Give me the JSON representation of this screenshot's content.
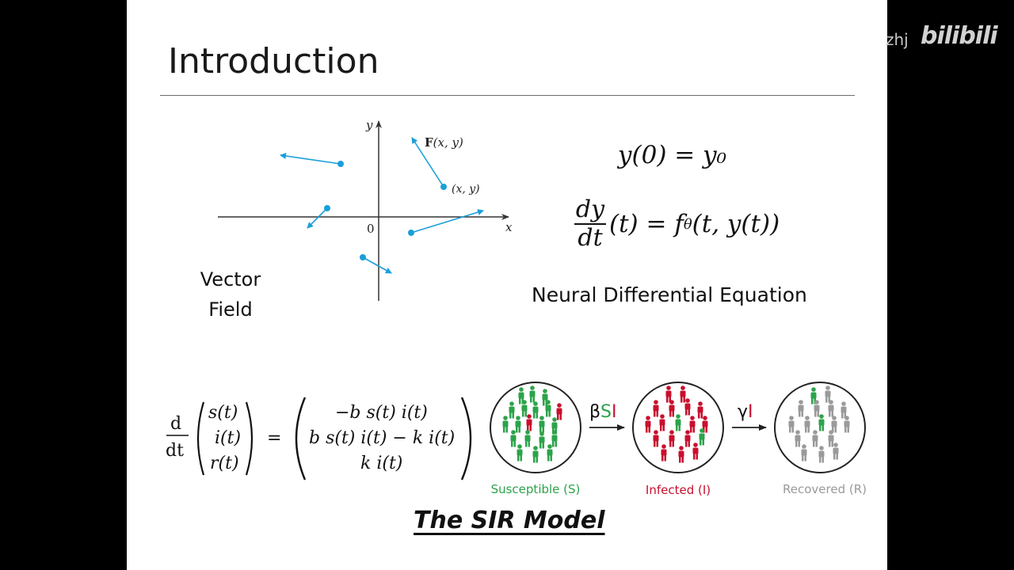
{
  "slide": {
    "title": "Introduction",
    "vector_field": {
      "axis_y": "y",
      "axis_x": "x",
      "origin": "0",
      "force_label": "F(x, y)",
      "point_label": "(x, y)",
      "caption_line1": "Vector",
      "caption_line2": "Field",
      "arrow_color": "#1a9fd9"
    },
    "neural_de": {
      "eq1": "y(0) = y₀",
      "eq2_rhs": "(t) = f",
      "eq2_sub": "θ",
      "eq2_tail": "(t, y(t))",
      "eq2_num": "dy",
      "eq2_den": "dt",
      "caption": "Neural Differential Equation"
    },
    "sir": {
      "lhs_num": "d",
      "lhs_den": "dt",
      "vec_left": [
        "s(t)",
        "i(t)",
        "r(t)"
      ],
      "vec_right": [
        "−b s(t) i(t)",
        "b s(t) i(t) − k i(t)",
        "k i(t)"
      ],
      "equals": "=",
      "arrow1_label": "βSI",
      "arrow2_label": "γI",
      "label_s": "Susceptible (S)",
      "label_i": "Infected (I)",
      "label_r": "Recovered (R)",
      "color_s": "#2ca34a",
      "color_i": "#c8102e",
      "color_r": "#9a9a9a",
      "title": "The SIR Model"
    }
  },
  "watermark": {
    "user": "zhj",
    "logo": "bilibili"
  }
}
